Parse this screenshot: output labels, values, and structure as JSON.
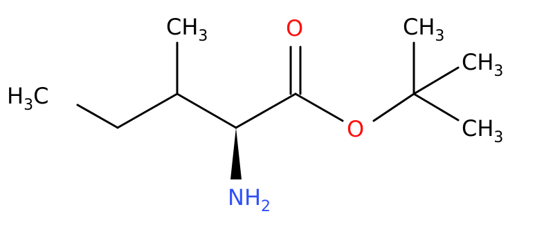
{
  "molecule": {
    "colors": {
      "bond": "#000000",
      "carbon": "#000000",
      "oxygen": "#ff0d0d",
      "nitrogen": "#3050f8"
    },
    "labels": {
      "methyl_left": {
        "main": "H",
        "sub": "3",
        "tail": "C"
      },
      "methyl_top": {
        "main": "CH",
        "sub": "3"
      },
      "carbonyl_oxygen": "O",
      "ester_oxygen": "O",
      "amine": {
        "main": "NH",
        "sub": "2"
      },
      "tbutyl_methyl_1": {
        "main": "CH",
        "sub": "3"
      },
      "tbutyl_methyl_2": {
        "main": "CH",
        "sub": "3"
      },
      "tbutyl_methyl_3": {
        "main": "CH",
        "sub": "3"
      }
    }
  }
}
